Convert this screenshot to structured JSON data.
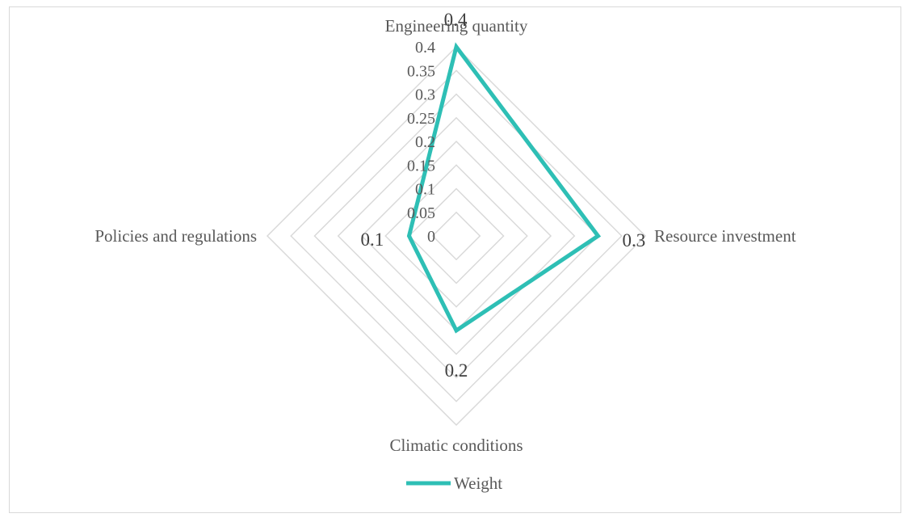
{
  "chart_data": {
    "type": "radar",
    "categories": [
      "Engineering quantity",
      "Resource investment",
      "Climatic conditions",
      "Policies and regulations"
    ],
    "series": [
      {
        "name": "Weight",
        "values": [
          0.4,
          0.3,
          0.2,
          0.1
        ],
        "color": "#2ebfb5"
      }
    ],
    "data_labels": [
      "0.4",
      "0.3",
      "0.2",
      "0.1"
    ],
    "ticks": [
      "0",
      "0.05",
      "0.1",
      "0.15",
      "0.2",
      "0.25",
      "0.3",
      "0.35",
      "0.4"
    ],
    "rmin": 0,
    "rmax": 0.4,
    "grid_color": "#d9d9d9",
    "grid": true,
    "legend": "bottom"
  }
}
